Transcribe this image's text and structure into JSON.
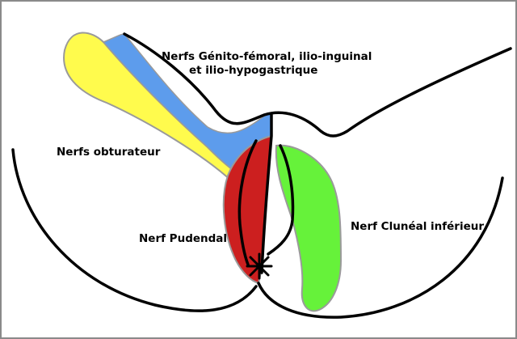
{
  "labels": {
    "genito_line1": "Nerfs Génito-fémoral, ilio-inguinal",
    "genito_line2": "et ilio-hypogastrique",
    "obturateur": "Nerfs obturateur",
    "pudendal": "Nerf Pudendal",
    "cluneal": "Nerf Clunéal inférieur"
  },
  "colors": {
    "obturateur_region": "#fffb4d",
    "genito_region": "#5d9cec",
    "pudendal_region": "#cc1f1f",
    "cluneal_region": "#66f23a",
    "outline": "#000000",
    "region_border": "#9a9a9a"
  },
  "marker": "asterisk-mark"
}
